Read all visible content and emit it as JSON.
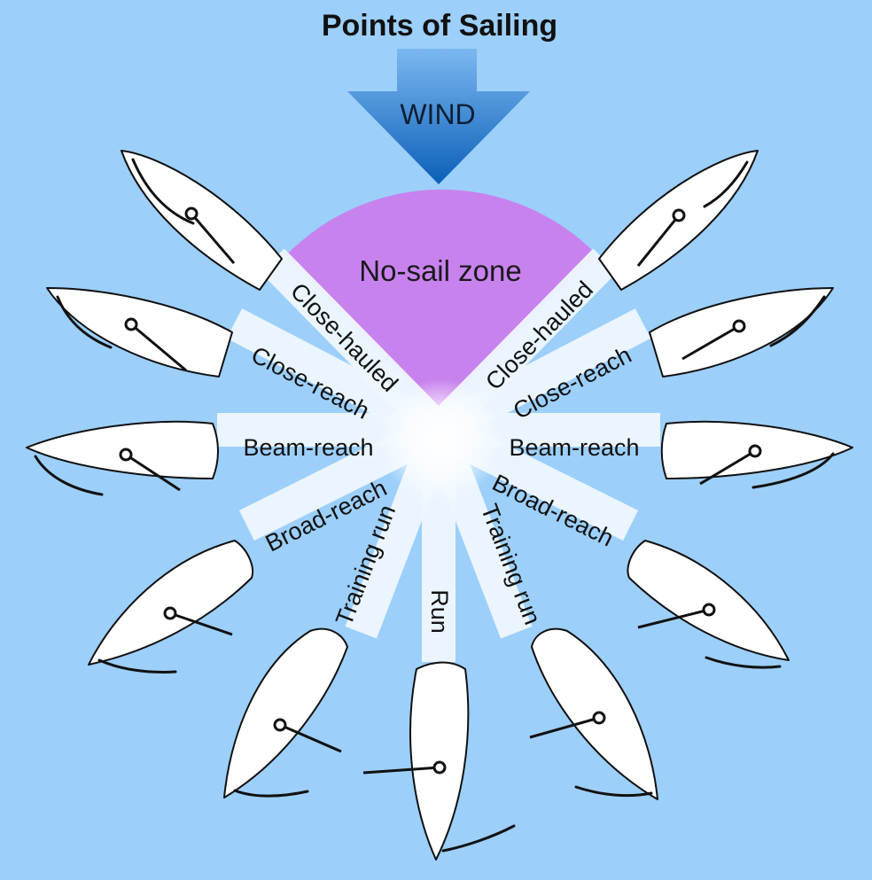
{
  "title": "Points of Sailing",
  "wind_label": "WIND",
  "no_sail_zone_label": "No-sail zone",
  "rays": {
    "left": {
      "close_hauled": "Close-hauled",
      "close_reach": "Close-reach",
      "beam_reach": "Beam-reach",
      "broad_reach": "Broad-reach",
      "training_run": "Training run"
    },
    "right": {
      "close_hauled": "Close-hauled",
      "close_reach": "Close-reach",
      "beam_reach": "Beam-reach",
      "broad_reach": "Broad-reach",
      "training_run": "Training run"
    },
    "run": "Run"
  },
  "colors": {
    "background": "#9ccffa",
    "no_sail_zone": "#c882ee",
    "wind_arrow_top": "#6fb0ee",
    "wind_arrow_bottom": "#0b5fb8"
  }
}
